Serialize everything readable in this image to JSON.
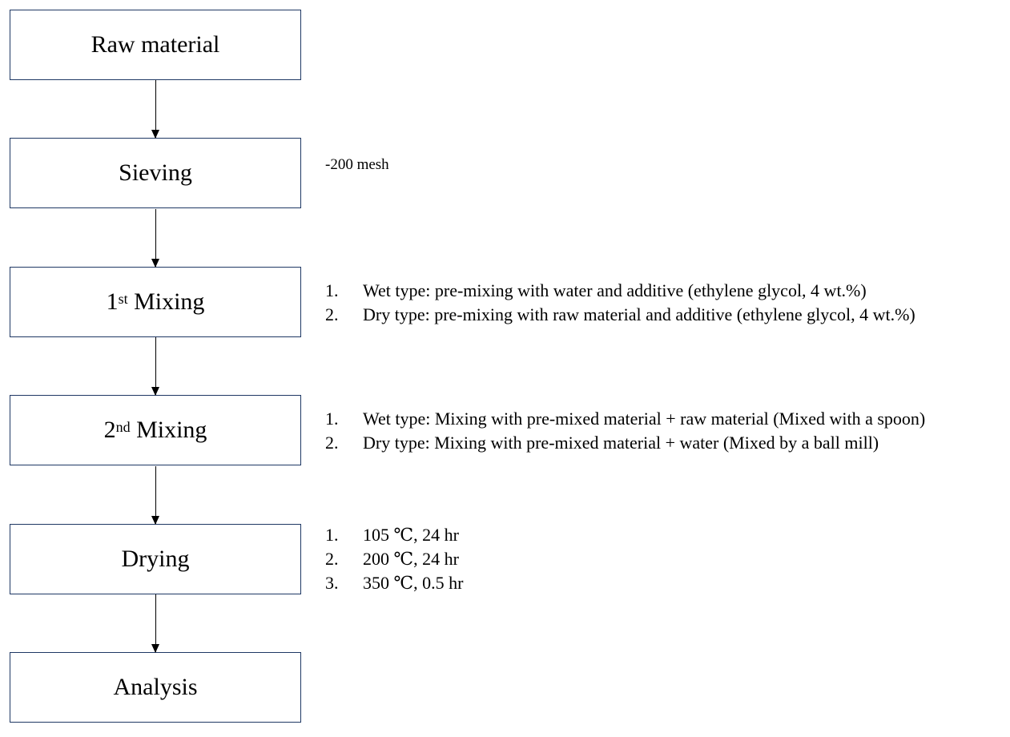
{
  "steps": [
    {
      "label": "Raw material"
    },
    {
      "label": "Sieving"
    },
    {
      "prefix": "1",
      "sup": "st",
      "label": " Mixing"
    },
    {
      "prefix": "2",
      "sup": "nd",
      "label": " Mixing"
    },
    {
      "label": "Drying"
    },
    {
      "label": "Analysis"
    }
  ],
  "notes": {
    "sieving": "-200 mesh",
    "mixing1": [
      {
        "num": "1.",
        "text": "Wet type: pre-mixing with water and additive (ethylene glycol, 4 wt.%)"
      },
      {
        "num": "2.",
        "text": "Dry type: pre-mixing with raw material and additive (ethylene glycol, 4 wt.%)"
      }
    ],
    "mixing2": [
      {
        "num": "1.",
        "text": "Wet type: Mixing with pre-mixed material + raw material (Mixed with a spoon)"
      },
      {
        "num": "2.",
        "text": "Dry type: Mixing with pre-mixed material + water (Mixed by a ball mill)"
      }
    ],
    "drying": [
      {
        "num": "1.",
        "text": "105 ℃, 24 hr"
      },
      {
        "num": "2.",
        "text": "200 ℃, 24 hr"
      },
      {
        "num": "3.",
        "text": "350 ℃, 0.5 hr"
      }
    ]
  },
  "colors": {
    "box_border": "#1f3864",
    "arrow": "#000000",
    "text": "#000000"
  }
}
